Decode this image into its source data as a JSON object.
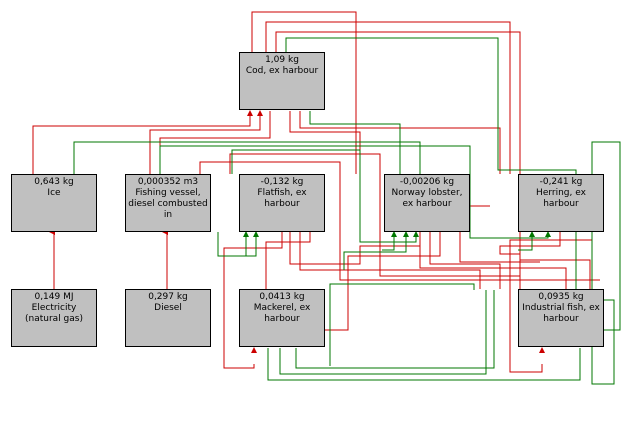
{
  "nodes": {
    "cod": {
      "amount": "1,09 kg",
      "label": "Cod, ex harbour"
    },
    "ice": {
      "amount": "0,643 kg",
      "label": "Ice"
    },
    "vessel": {
      "amount": "0,000352 m3",
      "label": "Fishing vessel, diesel combusted in"
    },
    "flatfish": {
      "amount": "-0,132 kg",
      "label": "Flatfish, ex harbour"
    },
    "lobster": {
      "amount": "-0,00206 kg",
      "label": "Norway lobster, ex harbour"
    },
    "herring": {
      "amount": "-0,241 kg",
      "label": "Herring, ex harbour"
    },
    "electricity": {
      "amount": "0,149 MJ",
      "label": "Electricity (natural gas)"
    },
    "diesel": {
      "amount": "0,297 kg",
      "label": "Diesel"
    },
    "mackerel": {
      "amount": "0,0413 kg",
      "label": "Mackerel, ex harbour"
    },
    "industrial": {
      "amount": "0,0935 kg",
      "label": "Industrial fish, ex harbour"
    }
  },
  "colors": {
    "red_flow": "#cc0000",
    "green_flow": "#007700",
    "node_fill": "#c0c0c0"
  }
}
